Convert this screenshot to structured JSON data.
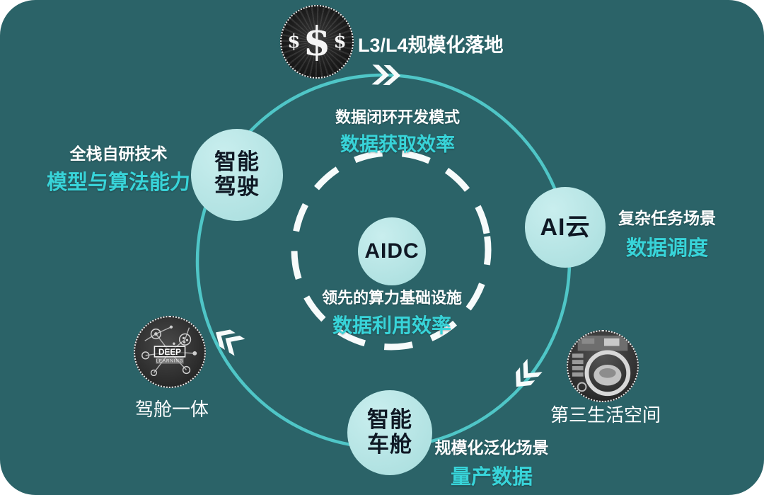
{
  "colors": {
    "background": "#2b6368",
    "ring": "#4fc6c7",
    "node_fill": "#b2e2e2",
    "accent_cyan": "#38d4d9",
    "text_white": "#ffffff",
    "text_dark": "#0f1824"
  },
  "center_node": {
    "label": "AIDC"
  },
  "center_caption": {
    "line1": "领先的算力基础设施",
    "line2": "数据利用效率"
  },
  "top_caption": {
    "line1": "数据闭环开发模式",
    "line2": "数据获取效率"
  },
  "nodes": {
    "driving": {
      "line1": "智能",
      "line2": "驾驶"
    },
    "cloud": {
      "label": "AI云"
    },
    "cabin": {
      "line1": "智能",
      "line2": "车舱"
    }
  },
  "driving_caption": {
    "line1": "全栈自研技术",
    "line2": "模型与算法能力"
  },
  "cloud_caption": {
    "line1": "复杂任务场景",
    "line2": "数据调度"
  },
  "cabin_caption": {
    "line1": "规模化泛化场景",
    "line2": "量产数据"
  },
  "satellites": {
    "coin": {
      "label": "L3/L4规模化落地",
      "dollar_left": "$",
      "dollar_center": "$",
      "dollar_right": "$"
    },
    "deep_learning": {
      "label": "驾舱一体",
      "icon_title": "DEEP",
      "icon_subtitle": "LEARNING"
    },
    "third_space": {
      "label": "第三生活空间"
    }
  }
}
